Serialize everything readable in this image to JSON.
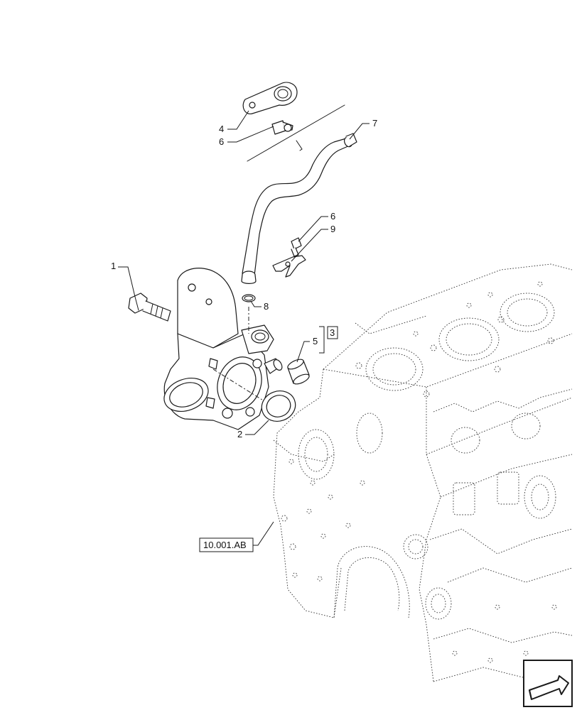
{
  "callouts": [
    {
      "label": "1"
    },
    {
      "label": "2"
    },
    {
      "label": "3"
    },
    {
      "label": "4"
    },
    {
      "label": "5"
    },
    {
      "label": "6"
    },
    {
      "label": "6"
    },
    {
      "label": "7"
    },
    {
      "label": "8"
    },
    {
      "label": "9"
    }
  ],
  "reference_box": {
    "label": "10.001.AB"
  },
  "nav_icon": {
    "name": "arrow-nav-icon"
  }
}
